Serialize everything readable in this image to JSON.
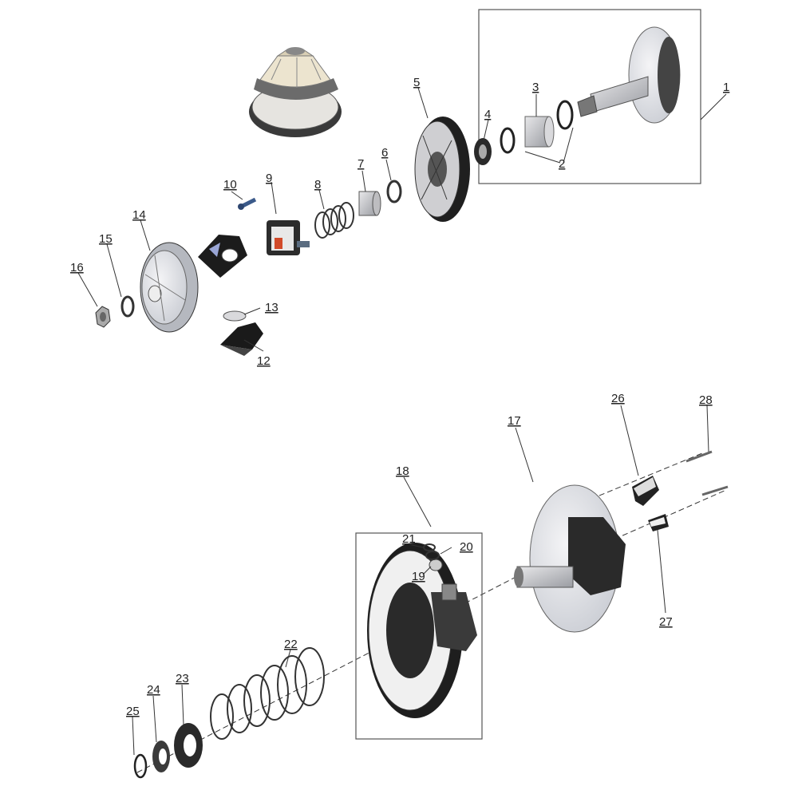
{
  "labels": {
    "p1": "1",
    "p2": "2",
    "p3": "3",
    "p4": "4",
    "p5": "5",
    "p6": "6",
    "p7": "7",
    "p8": "8",
    "p9": "9",
    "p10": "10",
    "p12": "12",
    "p13": "13",
    "p14": "14",
    "p15": "15",
    "p16": "16",
    "p17": "17",
    "p18": "18",
    "p19": "19",
    "p20": "20",
    "p21": "21",
    "p22": "22",
    "p23": "23",
    "p24": "24",
    "p25": "25",
    "p26": "26",
    "p27": "27",
    "p28": "28"
  }
}
